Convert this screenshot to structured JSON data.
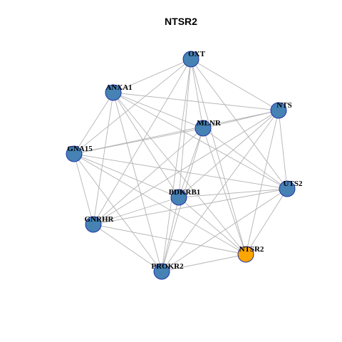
{
  "title": "NTSR2",
  "colors": {
    "node_default": "#4682b4",
    "node_focus": "#ffa500",
    "node_border": "#2233aa",
    "edge": "#b4b4b4",
    "background": "#ffffff"
  },
  "focus_node": "NTSR2",
  "nodes": [
    {
      "id": "OXT",
      "label": "OXT"
    },
    {
      "id": "ANXA1",
      "label": "ANXA1"
    },
    {
      "id": "NTS",
      "label": "NTS"
    },
    {
      "id": "MLNR",
      "label": "MLNR"
    },
    {
      "id": "GNA15",
      "label": "GNA15"
    },
    {
      "id": "UTS2",
      "label": "UTS2"
    },
    {
      "id": "BDKRB1",
      "label": "BDKRB1"
    },
    {
      "id": "GNRHR",
      "label": "GNRHR"
    },
    {
      "id": "NTSR2",
      "label": "NTSR2"
    },
    {
      "id": "PROKR2",
      "label": "PROKR2"
    }
  ],
  "edges": [
    [
      "OXT",
      "ANXA1"
    ],
    [
      "OXT",
      "NTS"
    ],
    [
      "OXT",
      "MLNR"
    ],
    [
      "OXT",
      "GNA15"
    ],
    [
      "OXT",
      "UTS2"
    ],
    [
      "OXT",
      "BDKRB1"
    ],
    [
      "OXT",
      "GNRHR"
    ],
    [
      "OXT",
      "NTSR2"
    ],
    [
      "OXT",
      "PROKR2"
    ],
    [
      "ANXA1",
      "NTS"
    ],
    [
      "ANXA1",
      "MLNR"
    ],
    [
      "ANXA1",
      "GNA15"
    ],
    [
      "ANXA1",
      "UTS2"
    ],
    [
      "ANXA1",
      "BDKRB1"
    ],
    [
      "ANXA1",
      "GNRHR"
    ],
    [
      "ANXA1",
      "NTSR2"
    ],
    [
      "ANXA1",
      "PROKR2"
    ],
    [
      "NTS",
      "MLNR"
    ],
    [
      "NTS",
      "GNA15"
    ],
    [
      "NTS",
      "UTS2"
    ],
    [
      "NTS",
      "BDKRB1"
    ],
    [
      "NTS",
      "GNRHR"
    ],
    [
      "NTS",
      "NTSR2"
    ],
    [
      "NTS",
      "PROKR2"
    ],
    [
      "MLNR",
      "GNA15"
    ],
    [
      "MLNR",
      "UTS2"
    ],
    [
      "MLNR",
      "BDKRB1"
    ],
    [
      "MLNR",
      "GNRHR"
    ],
    [
      "MLNR",
      "NTSR2"
    ],
    [
      "MLNR",
      "PROKR2"
    ],
    [
      "GNA15",
      "UTS2"
    ],
    [
      "GNA15",
      "BDKRB1"
    ],
    [
      "GNA15",
      "GNRHR"
    ],
    [
      "GNA15",
      "NTSR2"
    ],
    [
      "GNA15",
      "PROKR2"
    ],
    [
      "UTS2",
      "BDKRB1"
    ],
    [
      "UTS2",
      "GNRHR"
    ],
    [
      "UTS2",
      "NTSR2"
    ],
    [
      "UTS2",
      "PROKR2"
    ],
    [
      "BDKRB1",
      "GNRHR"
    ],
    [
      "BDKRB1",
      "NTSR2"
    ],
    [
      "BDKRB1",
      "PROKR2"
    ],
    [
      "GNRHR",
      "NTSR2"
    ],
    [
      "GNRHR",
      "PROKR2"
    ],
    [
      "NTSR2",
      "PROKR2"
    ]
  ]
}
